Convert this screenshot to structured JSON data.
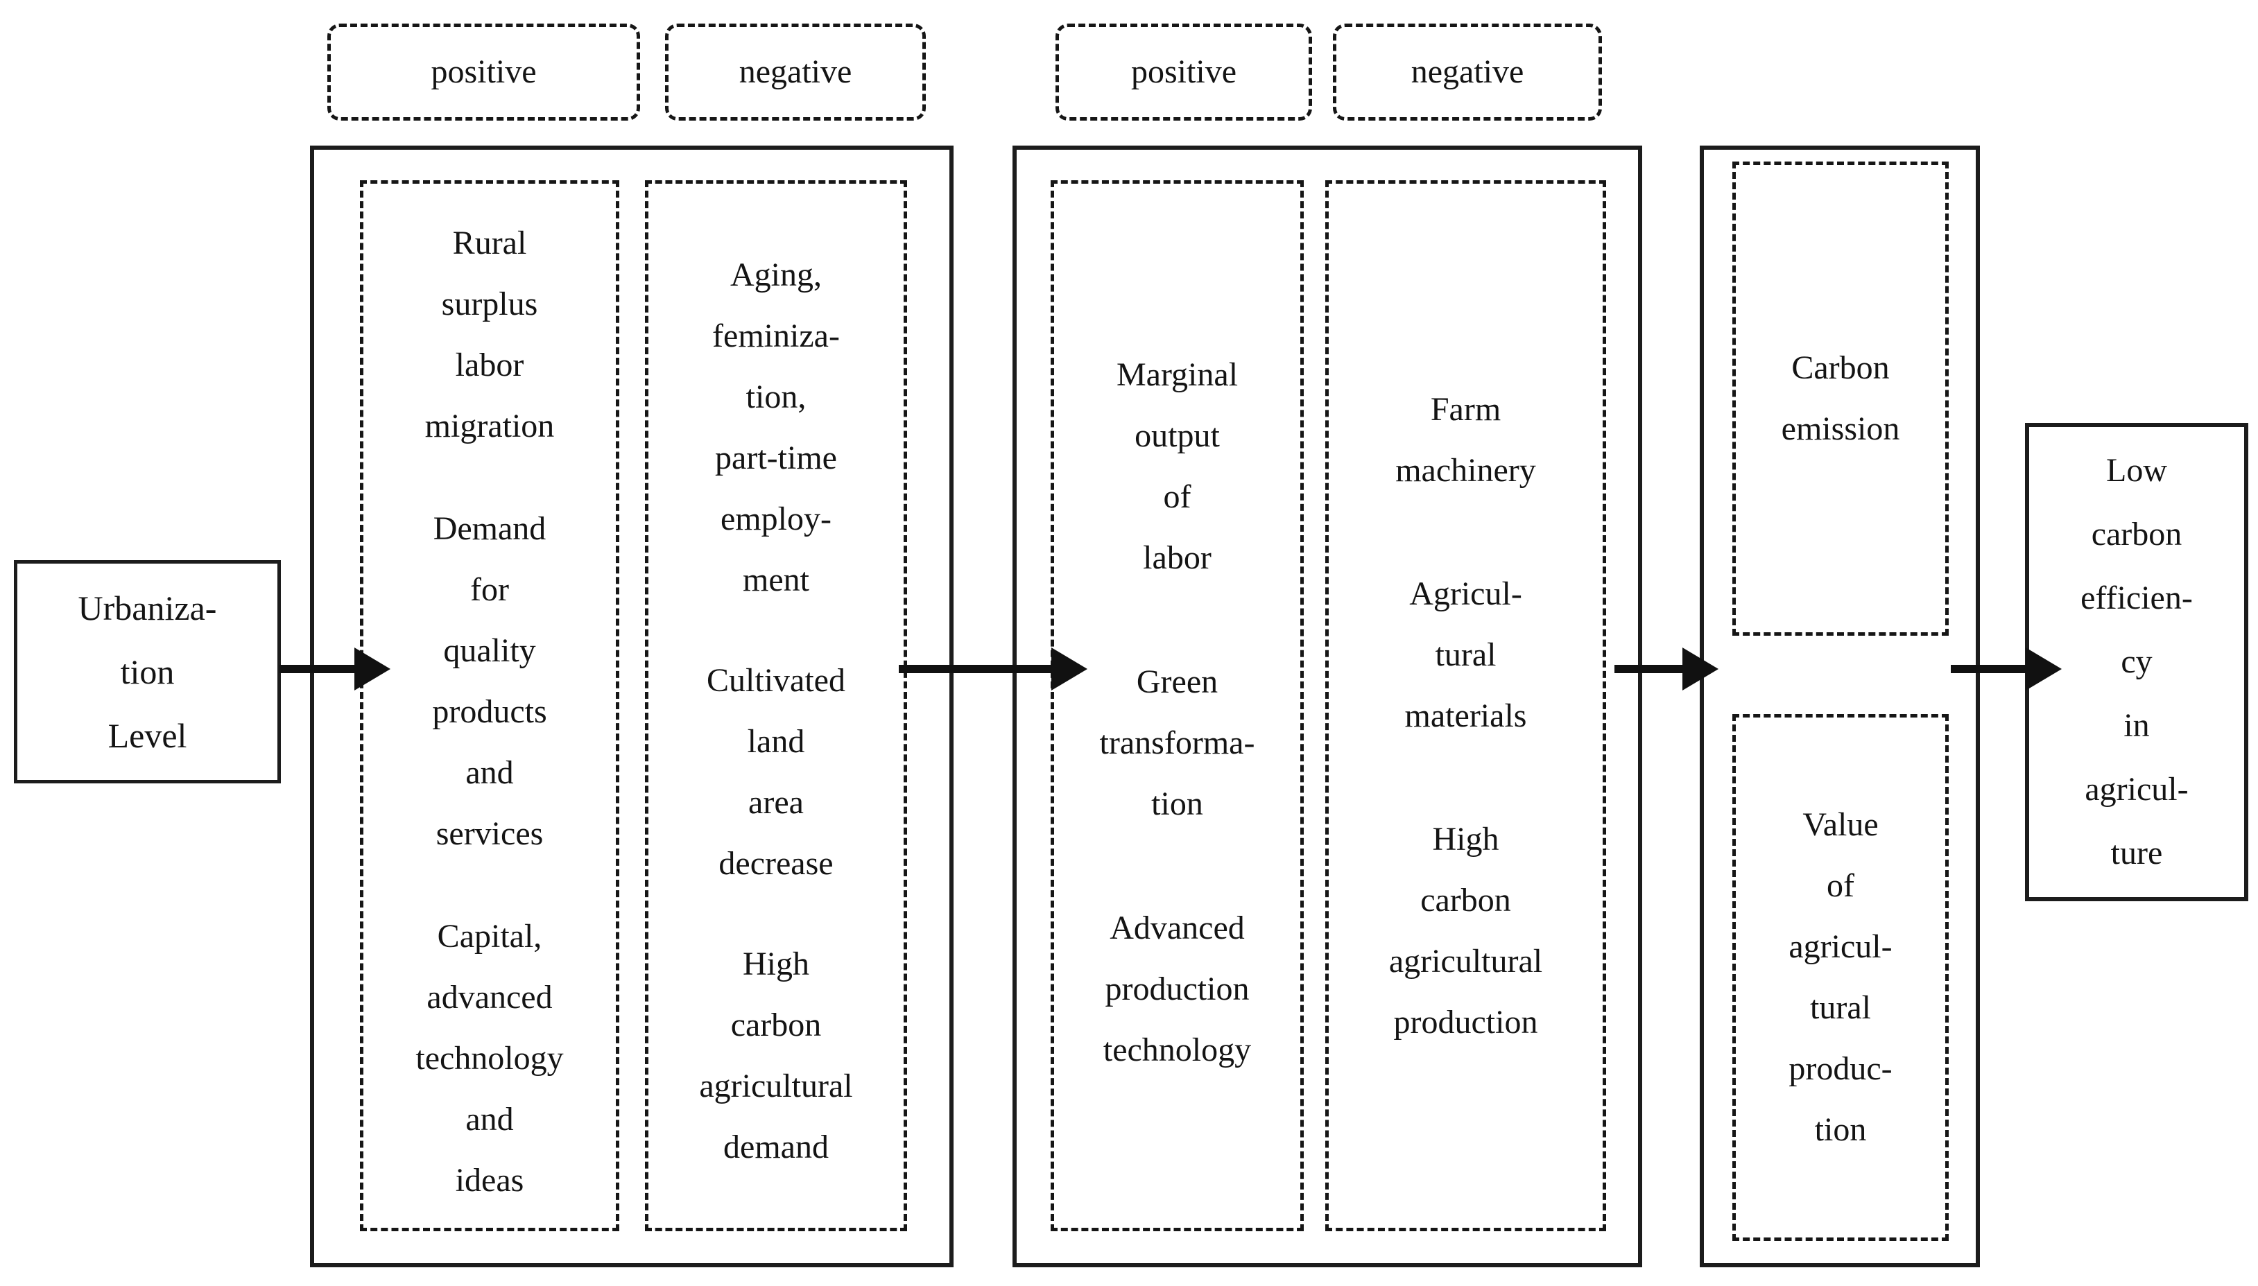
{
  "figure": {
    "description": "Flow diagram: influence path of urbanization level on low carbon efficiency in agriculture",
    "colors": {
      "ink": "#141414",
      "background": "#ffffff"
    }
  },
  "top_labels": [
    "positive",
    "negative",
    "positive",
    "negative"
  ],
  "source_box": {
    "text": "Urbaniza-\ntion\nLevel"
  },
  "stage1": {
    "positive_column": {
      "groups": [
        "Rural\nsurplus\nlabor\nmigration",
        "Demand\nfor\nquality\nproducts\nand\nservices",
        "Capital,\nadvanced\ntechnology\nand\nideas"
      ]
    },
    "negative_column": {
      "groups": [
        "Aging,\nfeminiza-\ntion,\npart-time\nemploy-\nment",
        "Cultivated\nland\narea\ndecrease",
        "High\ncarbon\nagricultural\ndemand"
      ]
    }
  },
  "stage2": {
    "positive_column": {
      "groups": [
        "Marginal\noutput\nof\nlabor",
        "Green\ntransforma-\ntion",
        "Advanced\nproduction\ntechnology"
      ]
    },
    "negative_column": {
      "groups": [
        "Farm\nmachinery",
        "Agricul-\ntural\nmaterials",
        "High\ncarbon\nagricultural\nproduction"
      ]
    }
  },
  "stage3": {
    "top_box": "Carbon\nemission",
    "bottom_box": "Value\nof\nagricul-\ntural\nproduc-\ntion"
  },
  "outcome_box": {
    "text": "Low\ncarbon\nefficien-\ncy\nin\nagricul-\nture"
  }
}
